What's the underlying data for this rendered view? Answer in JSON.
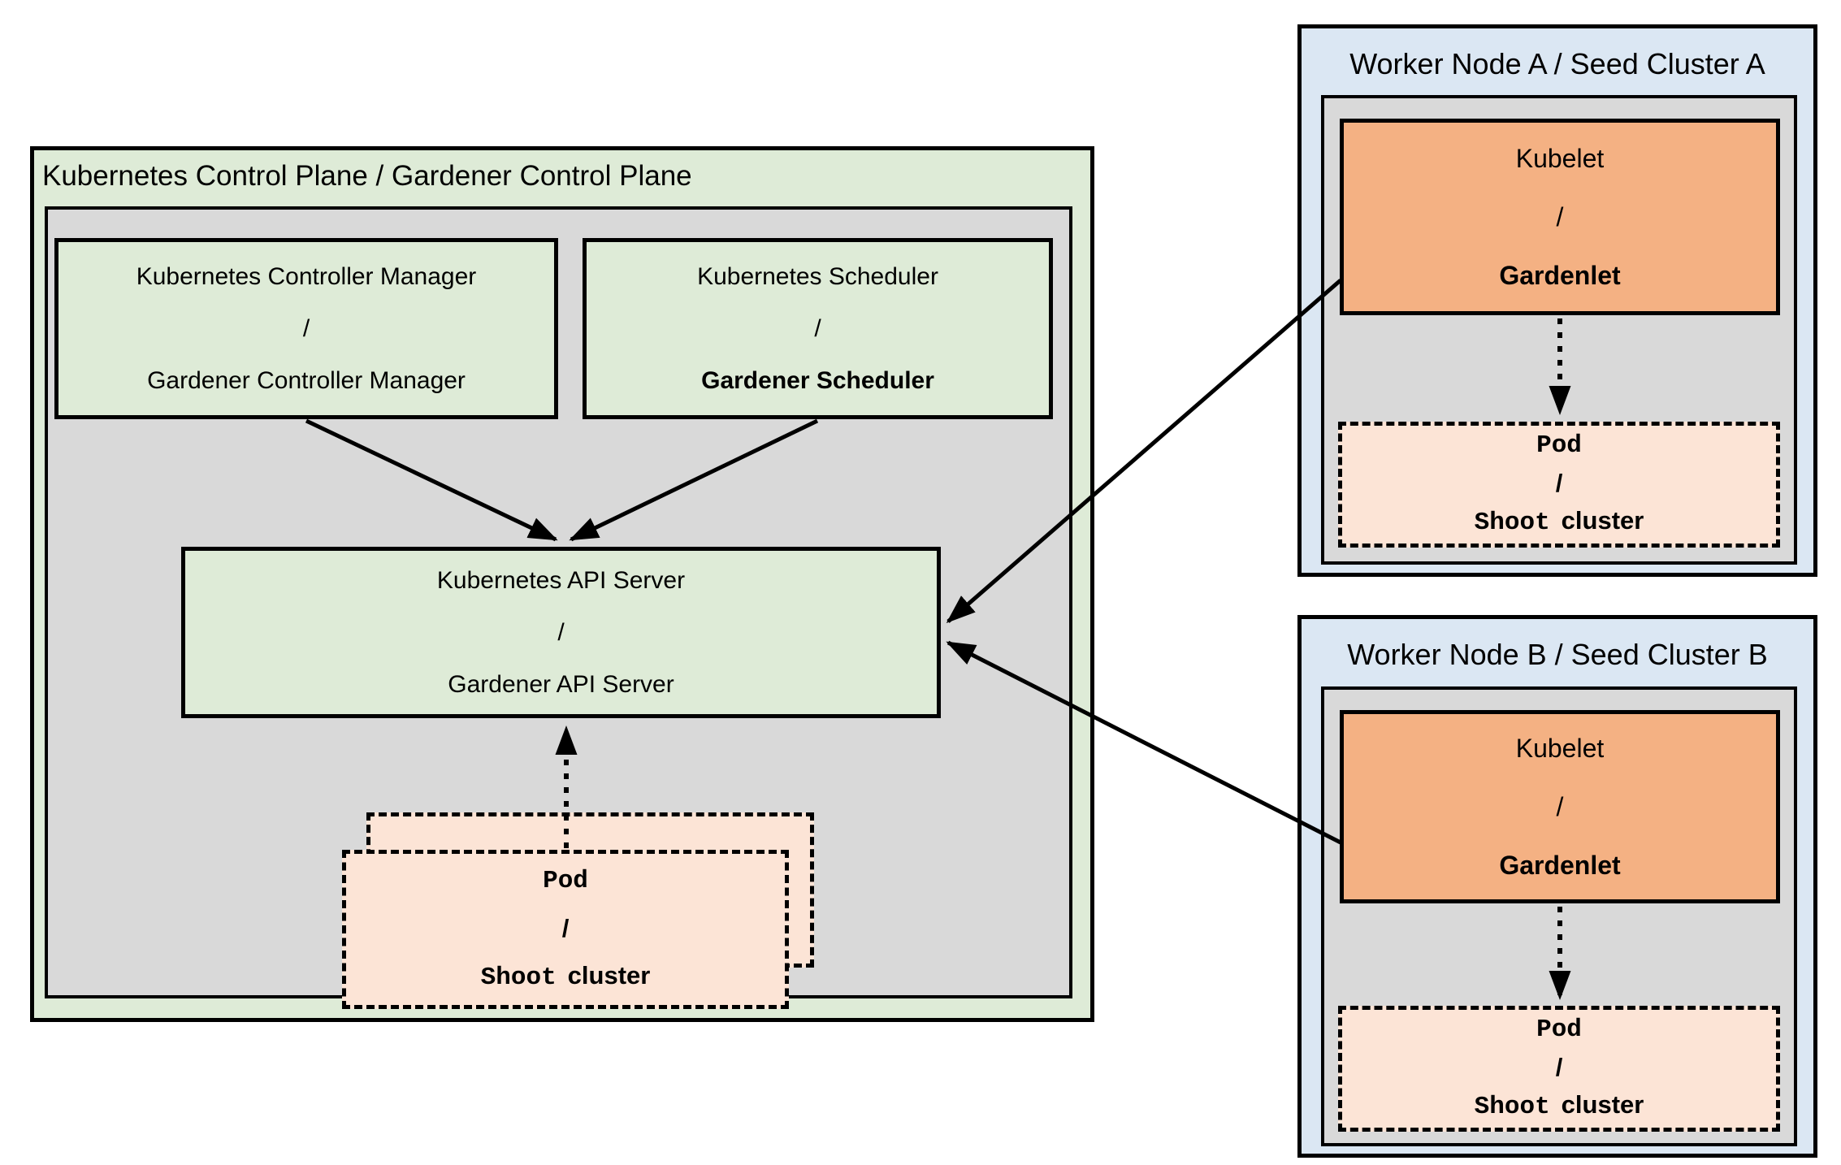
{
  "colors": {
    "green": "#deebd7",
    "gray": "#d9d9d9",
    "blue": "#dbe7f3",
    "orange": "#f4b183",
    "peach": "#fce4d6",
    "line": "#000000"
  },
  "control_plane": {
    "title": "Kubernetes Control Plane / Gardener Control Plane",
    "controller_manager": {
      "line1": "Kubernetes Controller Manager",
      "separator": "/",
      "line2": "Gardener Controller Manager"
    },
    "scheduler": {
      "line1": "Kubernetes Scheduler",
      "separator": "/",
      "line2": "Gardener Scheduler"
    },
    "api_server": {
      "line1": "Kubernetes API Server",
      "separator": "/",
      "line2": "Gardener API Server"
    },
    "pod": {
      "line1": "Pod",
      "separator": "/",
      "line2_mono": "Shoot",
      "line2_sans": "cluster"
    }
  },
  "worker_node_a": {
    "title": "Worker Node A / Seed Cluster A",
    "kubelet": {
      "line1": "Kubelet",
      "separator": "/",
      "line2": "Gardenlet"
    },
    "pod": {
      "line1": "Pod",
      "separator": "/",
      "line2_mono": "Shoot",
      "line2_sans": "cluster"
    }
  },
  "worker_node_b": {
    "title": "Worker Node B / Seed Cluster B",
    "kubelet": {
      "line1": "Kubelet",
      "separator": "/",
      "line2": "Gardenlet"
    },
    "pod": {
      "line1": "Pod",
      "separator": "/",
      "line2_mono": "Shoot",
      "line2_sans": "cluster"
    }
  }
}
